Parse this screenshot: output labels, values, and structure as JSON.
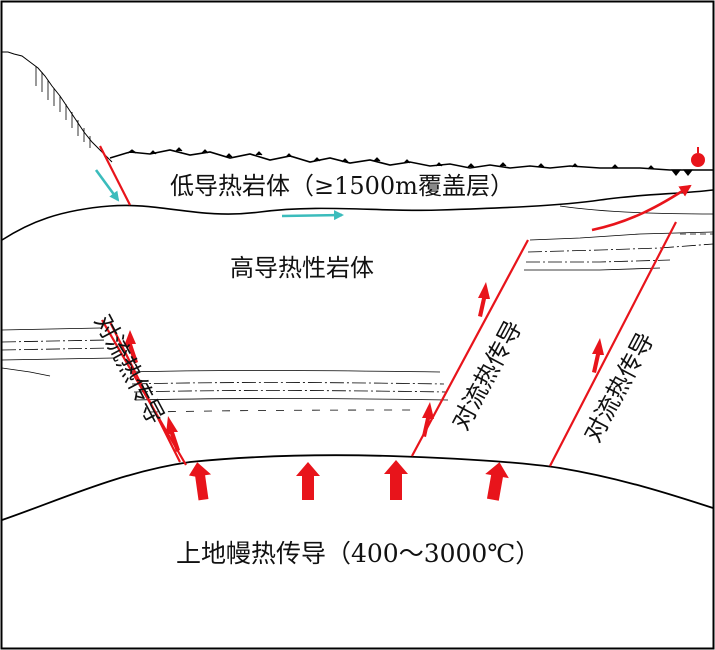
{
  "labels": {
    "low_conductivity": "低导热岩体（≥1500m覆盖层）",
    "high_conductivity": "高导热性岩体",
    "convection_left": "对流热传导",
    "convection_middle": "对流热传导",
    "convection_right": "对流热传导",
    "upper_mantle": "上地幔热传导（400～3000℃）"
  },
  "colors": {
    "fault": "#e8141b",
    "arrow_red": "#e8141b",
    "arrow_cyan": "#3bbcbc",
    "line": "#000000",
    "spring": "#e8141b"
  }
}
